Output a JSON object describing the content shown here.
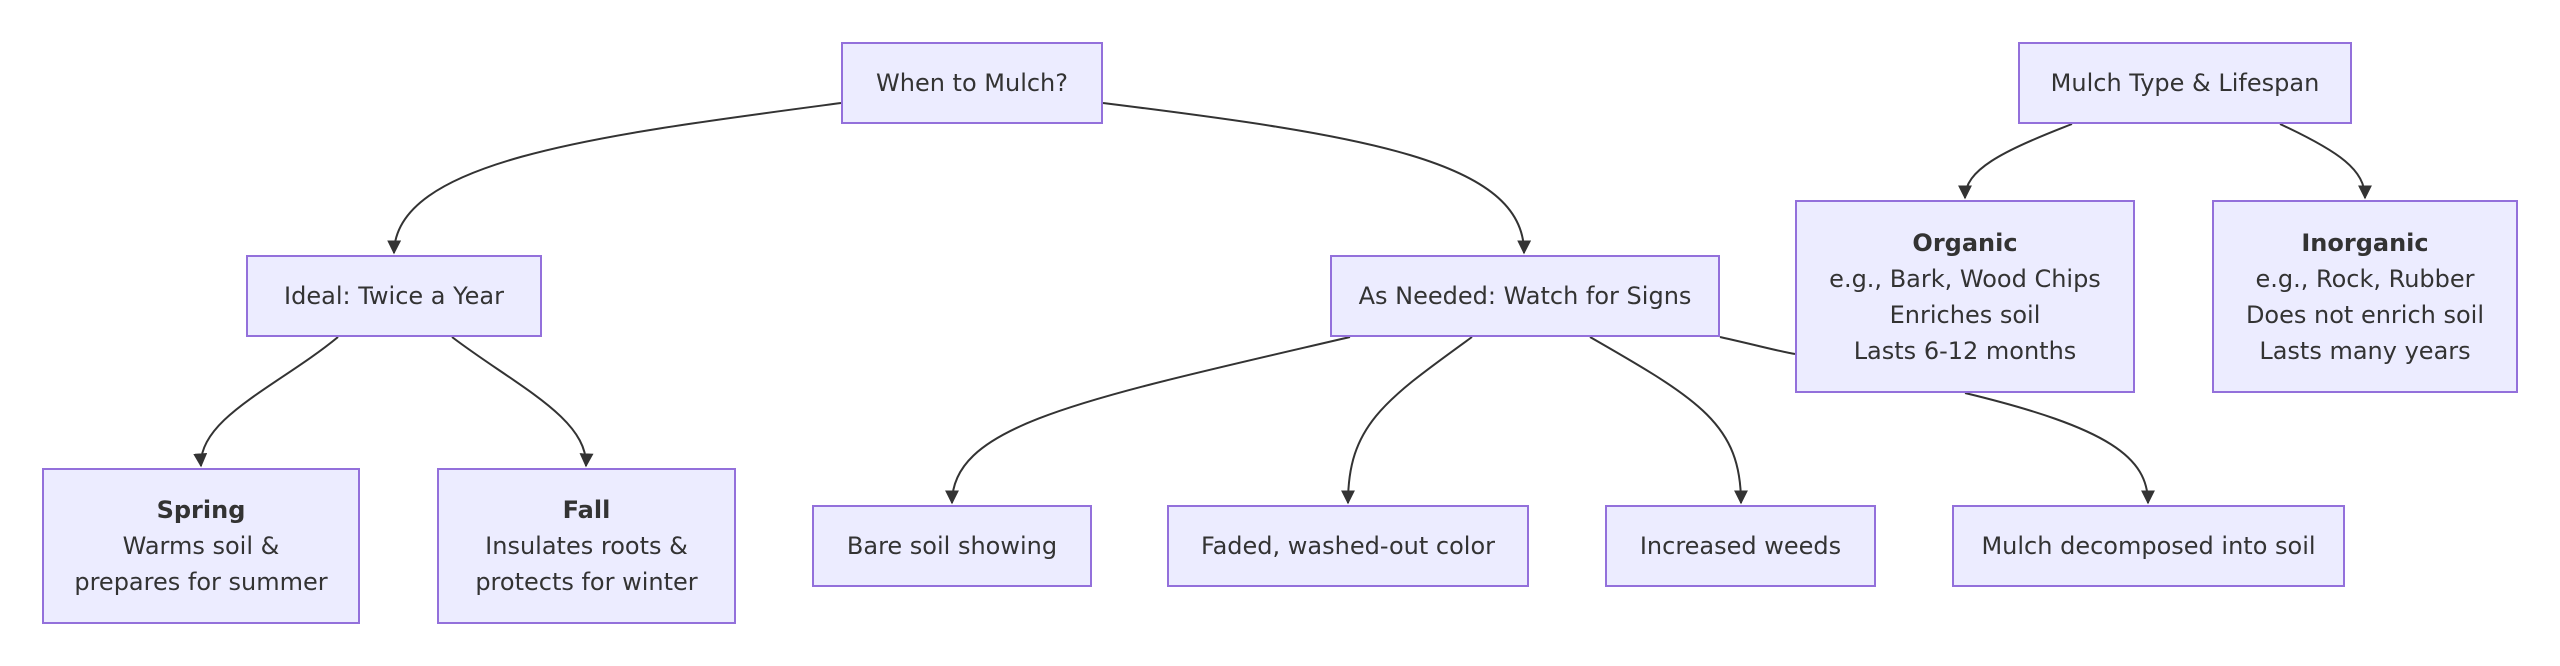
{
  "diagram": {
    "root": {
      "title": "When to Mulch?"
    },
    "ideal": {
      "title": "Ideal: Twice a Year",
      "spring": {
        "title": "Spring",
        "line1": "Warms soil &",
        "line2": "prepares for summer"
      },
      "fall": {
        "title": "Fall",
        "line1": "Insulates roots &",
        "line2": "protects for winter"
      }
    },
    "as_needed": {
      "title": "As Needed: Watch for Signs",
      "signs": [
        "Bare soil showing",
        "Faded, washed-out color",
        "Increased weeds",
        "Mulch decomposed into soil"
      ]
    },
    "mulch_type": {
      "title": "Mulch Type & Lifespan",
      "organic": {
        "title": "Organic",
        "line1": "e.g., Bark, Wood Chips",
        "line2": "Enriches soil",
        "line3": "Lasts 6-12 months"
      },
      "inorganic": {
        "title": "Inorganic",
        "line1": "e.g., Rock, Rubber",
        "line2": "Does not enrich soil",
        "line3": "Lasts many years"
      }
    },
    "colors": {
      "node_fill": "#ECECFF",
      "node_border": "#9370DB",
      "edge": "#333333",
      "text": "#333333"
    }
  }
}
